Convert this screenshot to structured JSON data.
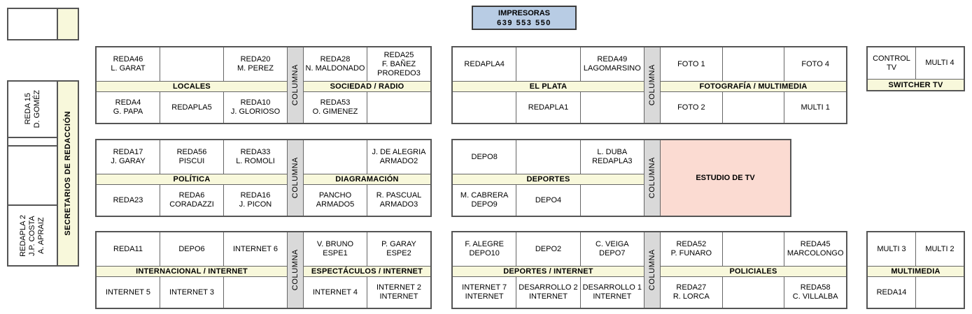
{
  "header": {
    "printers": {
      "title": "IMPRESORAS",
      "numbers": "639  553  550",
      "color": "#b8cce4"
    }
  },
  "palette": {
    "band": "#f8f8db",
    "column": "#d9d9d9",
    "studio": "#fbdbd2",
    "printers": "#b8cce4",
    "border": "#555555"
  },
  "sidebar": {
    "top_box": {
      "cell": "",
      "strip": ""
    },
    "main_box": {
      "strip_label": "SECRETARIOS DE REDACCIÓN",
      "cells": [
        "REDA 15\nD. GOMÉZ",
        "",
        "",
        "REDAPLA 2\nJ.P. COSTA\nA. APRAIZ"
      ]
    }
  },
  "blocks": [
    {
      "id": "locales",
      "band": "LOCALES",
      "column_label": "COLUMNA",
      "top": [
        "REDA46\nL. GARAT",
        "",
        "REDA20\nM. PEREZ"
      ],
      "bottom": [
        "REDA4\nG. PAPA",
        "REDAPLA5",
        "REDA10\nJ. GLORIOSO"
      ]
    },
    {
      "id": "sociedad-radio",
      "band": "SOCIEDAD / RADIO",
      "top": [
        "REDA28\nN. MALDONADO",
        "REDA25\nF. BAÑEZ\nPROREDO3"
      ],
      "bottom": [
        "REDA53\nO. GIMENEZ",
        ""
      ]
    },
    {
      "id": "el-plata",
      "band": "EL PLATA",
      "column_label": "COLUMNA",
      "top": [
        "REDAPLA4",
        "",
        "REDA49\nLAGOMARSINO"
      ],
      "bottom": [
        "",
        "REDAPLA1",
        ""
      ]
    },
    {
      "id": "fotografia-multimedia",
      "band": "FOTOGRAFÍA / MULTIMEDIA",
      "top": [
        "FOTO 1",
        "",
        "FOTO 4"
      ],
      "bottom": [
        "FOTO 2",
        "",
        "MULTI 1"
      ]
    },
    {
      "id": "switcher-tv",
      "band": "SWITCHER TV",
      "top": [
        "CONTROL TV",
        "MULTI 4"
      ],
      "bottom": []
    },
    {
      "id": "politica",
      "band": "POLÍTICA",
      "column_label": "COLUMNA",
      "top": [
        "REDA17\nJ. GARAY",
        "REDA56\nPISCUI",
        "REDA33\nL. ROMOLI"
      ],
      "bottom": [
        "REDA23",
        "REDA6\nCORADAZZI",
        "REDA16\nJ. PICON"
      ]
    },
    {
      "id": "diagramacion",
      "band": "DIAGRAMACIÓN",
      "top": [
        "",
        "J. DE ALEGRIA\nARMADO2"
      ],
      "bottom": [
        "PANCHO\nARMADO5",
        "R. PASCUAL\nARMADO3"
      ]
    },
    {
      "id": "deportes",
      "band": "DEPORTES",
      "column_label": "COLUMNA",
      "top": [
        "DEPO8",
        "",
        "L. DUBA\nREDAPLA3"
      ],
      "bottom": [
        "M. CABRERA\nDEPO9",
        "DEPO4",
        ""
      ]
    },
    {
      "id": "estudio-de-tv",
      "label": "ESTUDIO DE TV"
    },
    {
      "id": "internacional-internet",
      "band": "INTERNACIONAL / INTERNET",
      "column_label": "COLUMNA",
      "top": [
        "REDA11",
        "DEPO6",
        "INTERNET 6"
      ],
      "bottom": [
        "INTERNET 5",
        "INTERNET 3",
        ""
      ]
    },
    {
      "id": "espectaculos-internet",
      "band": "ESPECTÁCULOS / INTERNET",
      "top": [
        "V. BRUNO\nESPE1",
        "P. GARAY\nESPE2"
      ],
      "bottom": [
        "INTERNET 4",
        "INTERNET 2\nINTERNET"
      ]
    },
    {
      "id": "deportes-internet",
      "band": "DEPORTES / INTERNET",
      "column_label": "COLUMNA",
      "top": [
        "F. ALEGRE\nDEPO10",
        "DEPO2",
        "C. VEIGA\nDEPO7"
      ],
      "bottom": [
        "INTERNET 7\nINTERNET",
        "DESARROLLO 2\nINTERNET",
        "DESARROLLO 1\nINTERNET"
      ]
    },
    {
      "id": "policiales",
      "band": "POLICIALES",
      "top": [
        "REDA52\nP. FUNARO",
        "",
        "REDA45\nMARCOLONGO"
      ],
      "bottom": [
        "REDA27\nR. LORCA",
        "",
        "REDA58\nC. VILLALBA"
      ]
    },
    {
      "id": "multimedia",
      "band": "MULTIMEDIA",
      "top": [
        "MULTI 3",
        "MULTI 2"
      ],
      "bottom": [
        "REDA14",
        ""
      ]
    }
  ]
}
